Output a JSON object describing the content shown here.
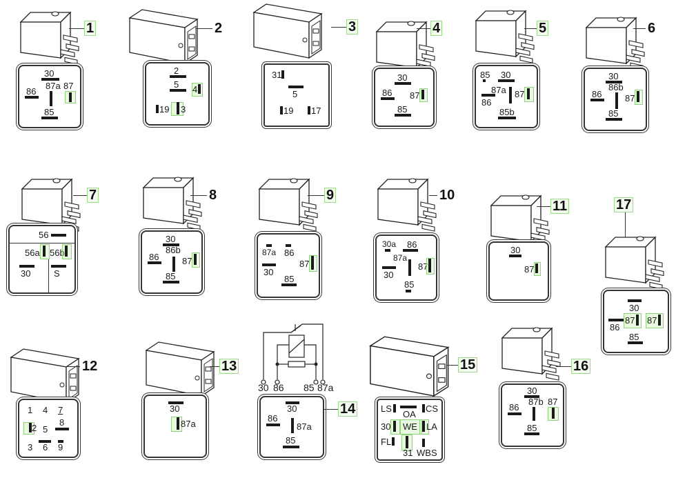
{
  "relays": [
    {
      "id": "1",
      "callout": "1",
      "pins": {
        "t1": "30",
        "t2": "87a",
        "t3": "87",
        "t4": "86",
        "t5": "85"
      }
    },
    {
      "id": "2",
      "callout": "2",
      "pins": {
        "t1": "2",
        "t2": "5",
        "t3": "4",
        "t4": "19",
        "t5": "3"
      }
    },
    {
      "id": "3",
      "callout": "3",
      "pins": {
        "t1": "31",
        "t2": "5",
        "t3": "19",
        "t4": "17"
      }
    },
    {
      "id": "4",
      "callout": "4",
      "pins": {
        "t1": "30",
        "t2": "86",
        "t3": "87",
        "t4": "85"
      }
    },
    {
      "id": "5",
      "callout": "5",
      "pins": {
        "t1": "85",
        "t2": "30",
        "t3": "87a",
        "t4": "87",
        "t5": "86",
        "t6": "85b"
      }
    },
    {
      "id": "6",
      "callout": "6",
      "pins": {
        "t1": "30",
        "t2": "86b",
        "t3": "86",
        "t4": "87",
        "t5": "85"
      }
    },
    {
      "id": "7",
      "callout": "7",
      "pins": {
        "t1": "56",
        "t2": "56a",
        "t3": "56b",
        "t4": "30",
        "t5": "S"
      }
    },
    {
      "id": "8",
      "callout": "8",
      "pins": {
        "t1": "30",
        "t2": "86b",
        "t3": "86",
        "t4": "87",
        "t5": "85"
      }
    },
    {
      "id": "9",
      "callout": "9",
      "pins": {
        "t1": "87a",
        "t2": "86",
        "t3": "87",
        "t4": "30",
        "t5": "85"
      }
    },
    {
      "id": "10",
      "callout": "10",
      "pins": {
        "t1": "30a",
        "t2": "86",
        "t3": "87a",
        "t4": "87",
        "t5": "30",
        "t6": "85"
      }
    },
    {
      "id": "11",
      "callout": "11",
      "pins": {
        "t1": "30",
        "t2": "87"
      }
    },
    {
      "id": "12",
      "callout": "12",
      "pins": {
        "t1": "1",
        "t2": "4",
        "t3": "7",
        "t4": "2",
        "t5": "5",
        "t6": "8",
        "t7": "3",
        "t8": "6",
        "t9": "9"
      }
    },
    {
      "id": "13",
      "callout": "13",
      "pins": {
        "t1": "30",
        "t2": "87a"
      }
    },
    {
      "id": "14",
      "callout": "14",
      "schematic": {
        "terminals": [
          "30",
          "86",
          "85",
          "87a"
        ]
      },
      "pins": {
        "t1": "30",
        "t2": "86",
        "t3": "87a",
        "t4": "85"
      }
    },
    {
      "id": "15",
      "callout": "15",
      "pins": {
        "t1": "LS",
        "t2": "OA",
        "t3": "CS",
        "t4": "30",
        "t5": "WE",
        "t6": "LA",
        "t7": "FL",
        "t8": "31",
        "t9": "WBS"
      }
    },
    {
      "id": "16",
      "callout": "16",
      "pins": {
        "t1": "30",
        "t2": "87b",
        "t3": "87",
        "t4": "86",
        "t5": "85"
      }
    },
    {
      "id": "17",
      "callout": "17",
      "pins": {
        "t1": "30",
        "t2": "86",
        "t3": "87",
        "t4": "87",
        "t5": "85"
      }
    }
  ],
  "colors": {
    "line": "#1a1a1a",
    "highlight_border": "#8fd47a",
    "highlight_fill": "#eaf8e2"
  }
}
